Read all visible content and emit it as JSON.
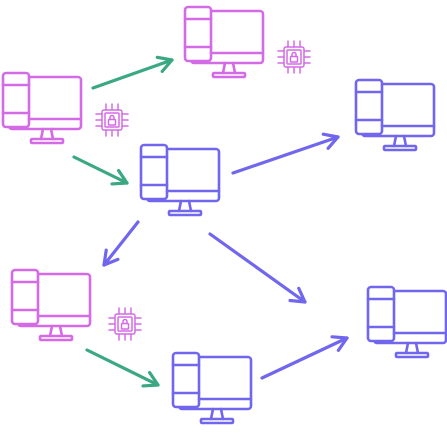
{
  "colors": {
    "magenta": "#d46be6",
    "blue": "#7166ee",
    "green": "#3aa882"
  },
  "nodes": [
    {
      "id": "pc-top-center",
      "color": "magenta",
      "icon": "computer-icon"
    },
    {
      "id": "pc-left-top",
      "color": "magenta",
      "icon": "computer-icon"
    },
    {
      "id": "pc-right-top",
      "color": "blue",
      "icon": "computer-icon"
    },
    {
      "id": "pc-center",
      "color": "blue",
      "icon": "computer-icon"
    },
    {
      "id": "pc-left-bottom",
      "color": "magenta",
      "icon": "computer-icon"
    },
    {
      "id": "pc-right-bottom",
      "color": "blue",
      "icon": "computer-icon"
    },
    {
      "id": "pc-bottom-center",
      "color": "blue",
      "icon": "computer-icon"
    }
  ],
  "chips": [
    {
      "id": "chip-top",
      "color": "magenta",
      "icon": "secure-chip-icon"
    },
    {
      "id": "chip-left-top",
      "color": "magenta",
      "icon": "secure-chip-icon"
    },
    {
      "id": "chip-left-bottom",
      "color": "magenta",
      "icon": "secure-chip-icon"
    }
  ],
  "edges": [
    {
      "from": "pc-left-top",
      "to": "pc-top-center",
      "color": "green"
    },
    {
      "from": "pc-left-top",
      "to": "pc-center",
      "color": "green"
    },
    {
      "from": "pc-center",
      "to": "pc-right-top",
      "color": "blue"
    },
    {
      "from": "pc-center",
      "to": "pc-left-bottom",
      "color": "blue"
    },
    {
      "from": "pc-center",
      "to": "pc-right-bottom",
      "color": "blue"
    },
    {
      "from": "pc-left-bottom",
      "to": "pc-bottom-center",
      "color": "green"
    },
    {
      "from": "pc-bottom-center",
      "to": "pc-right-bottom",
      "color": "blue"
    }
  ]
}
